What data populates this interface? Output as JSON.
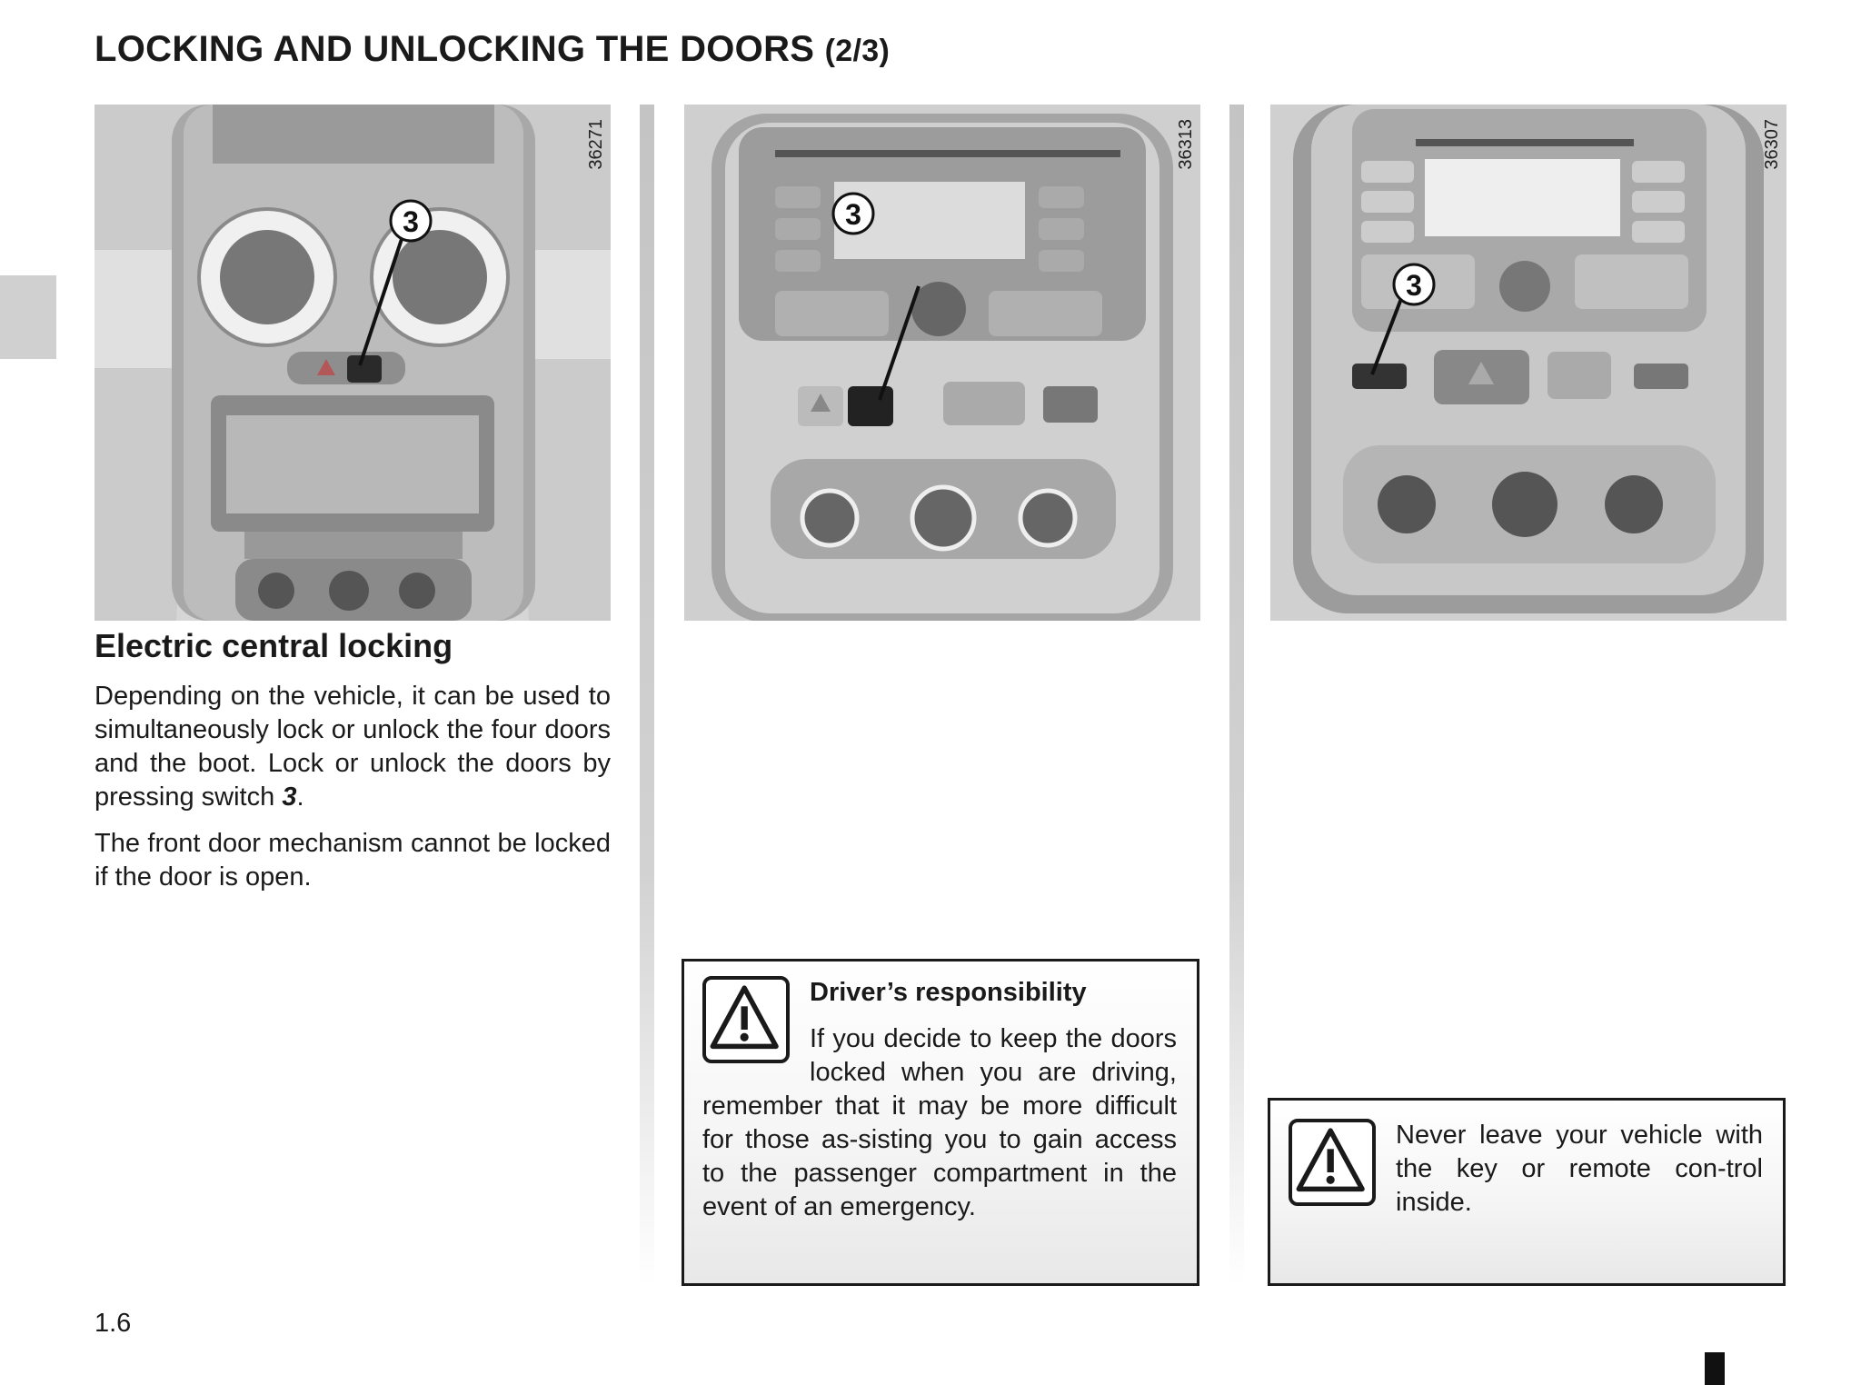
{
  "page": {
    "title_main": "LOCKING AND UNLOCKING THE DOORS",
    "title_part": "(2/3)",
    "page_number": "1.6"
  },
  "figures": [
    {
      "ref": "36271",
      "callout": "3",
      "icon": "dashboard-photo"
    },
    {
      "ref": "36313",
      "callout": "3",
      "icon": "radio-console-photo"
    },
    {
      "ref": "36307",
      "callout": "3",
      "icon": "radio-console-photo"
    }
  ],
  "section": {
    "heading": "Electric central locking",
    "paragraph1": "Depending on the vehicle, it can be used to simultaneously lock or unlock the four doors and the boot. Lock or unlock the doors by pressing switch ",
    "switch_ref": "3",
    "paragraph1_end": ".",
    "paragraph2": "The front door mechanism cannot be locked if the door is open."
  },
  "warning_driver": {
    "icon": "warning-triangle-icon",
    "heading": "Driver’s responsibility",
    "text": "If you decide to keep the doors locked when you are driving, remember that it may be more difficult for those as-sisting you to gain access to the passenger compartment in the event of an emergency."
  },
  "warning_key": {
    "icon": "warning-triangle-icon",
    "text": "Never leave your vehicle with the key or remote con-trol inside."
  }
}
